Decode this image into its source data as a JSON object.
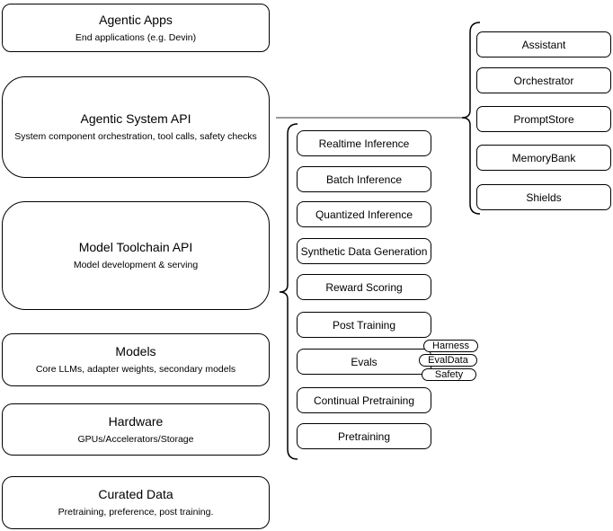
{
  "diagram": {
    "left_stack": [
      {
        "title": "Agentic Apps",
        "subtitle": "End applications (e.g. Devin)"
      },
      {
        "title": "Agentic System API",
        "subtitle": "System component orchestration, tool calls, safety checks"
      },
      {
        "title": "Model Toolchain API",
        "subtitle": "Model development & serving"
      },
      {
        "title": "Models",
        "subtitle": "Core LLMs, adapter weights, secondary models"
      },
      {
        "title": "Hardware",
        "subtitle": "GPUs/Accelerators/Storage"
      },
      {
        "title": "Curated Data",
        "subtitle": "Pretraining, preference, post training."
      }
    ],
    "toolchain_stack": [
      "Realtime Inference",
      "Batch Inference",
      "Quantized Inference",
      "Synthetic Data Generation",
      "Reward Scoring",
      "Post Training",
      "Evals",
      "Continual Pretraining",
      "Pretraining"
    ],
    "evals_tags": [
      "Harness",
      "EvalData",
      "Safety"
    ],
    "system_stack": [
      "Assistant",
      "Orchestrator",
      "PromptStore",
      "MemoryBank",
      "Shields"
    ],
    "colors": {
      "stroke": "#000000",
      "connector": "#7a7a7a",
      "background": "#ffffff"
    }
  }
}
